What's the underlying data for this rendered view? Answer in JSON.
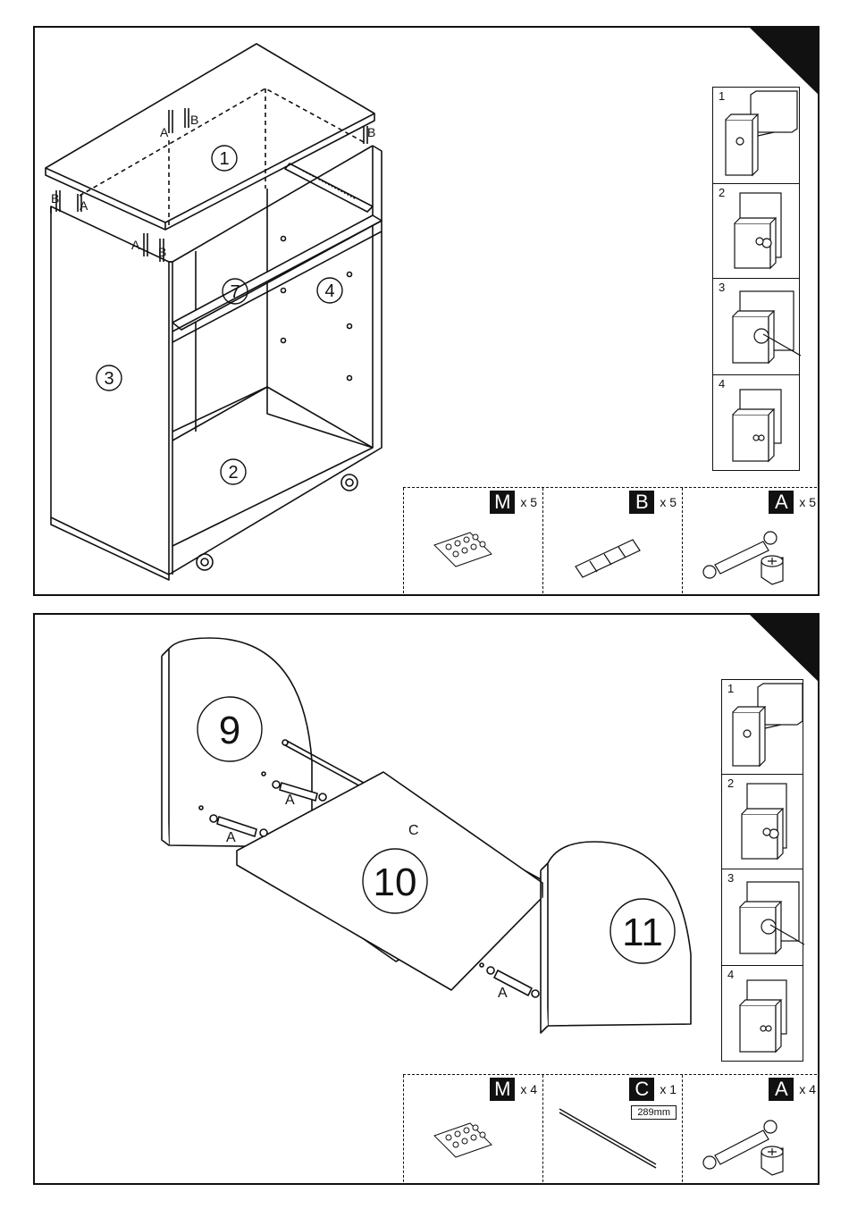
{
  "step1": {
    "panel_labels": [
      "1",
      "2",
      "3",
      "4",
      "7"
    ],
    "fitting_labels": [
      "A",
      "B",
      "A",
      "B",
      "A",
      "B",
      "B"
    ],
    "substeps": [
      "1",
      "2",
      "3",
      "4"
    ],
    "parts": [
      {
        "code": "M",
        "qty": "x 5"
      },
      {
        "code": "B",
        "qty": "x 5"
      },
      {
        "code": "A",
        "qty": "x 5"
      }
    ]
  },
  "step2": {
    "panel_labels": [
      "9",
      "10",
      "11"
    ],
    "fitting_labels": [
      "A",
      "A",
      "A",
      "C"
    ],
    "substeps": [
      "1",
      "2",
      "3",
      "4"
    ],
    "parts": [
      {
        "code": "M",
        "qty": "x 4"
      },
      {
        "code": "C",
        "qty": "x 1",
        "length": "289mm"
      },
      {
        "code": "A",
        "qty": "x 4"
      }
    ]
  }
}
